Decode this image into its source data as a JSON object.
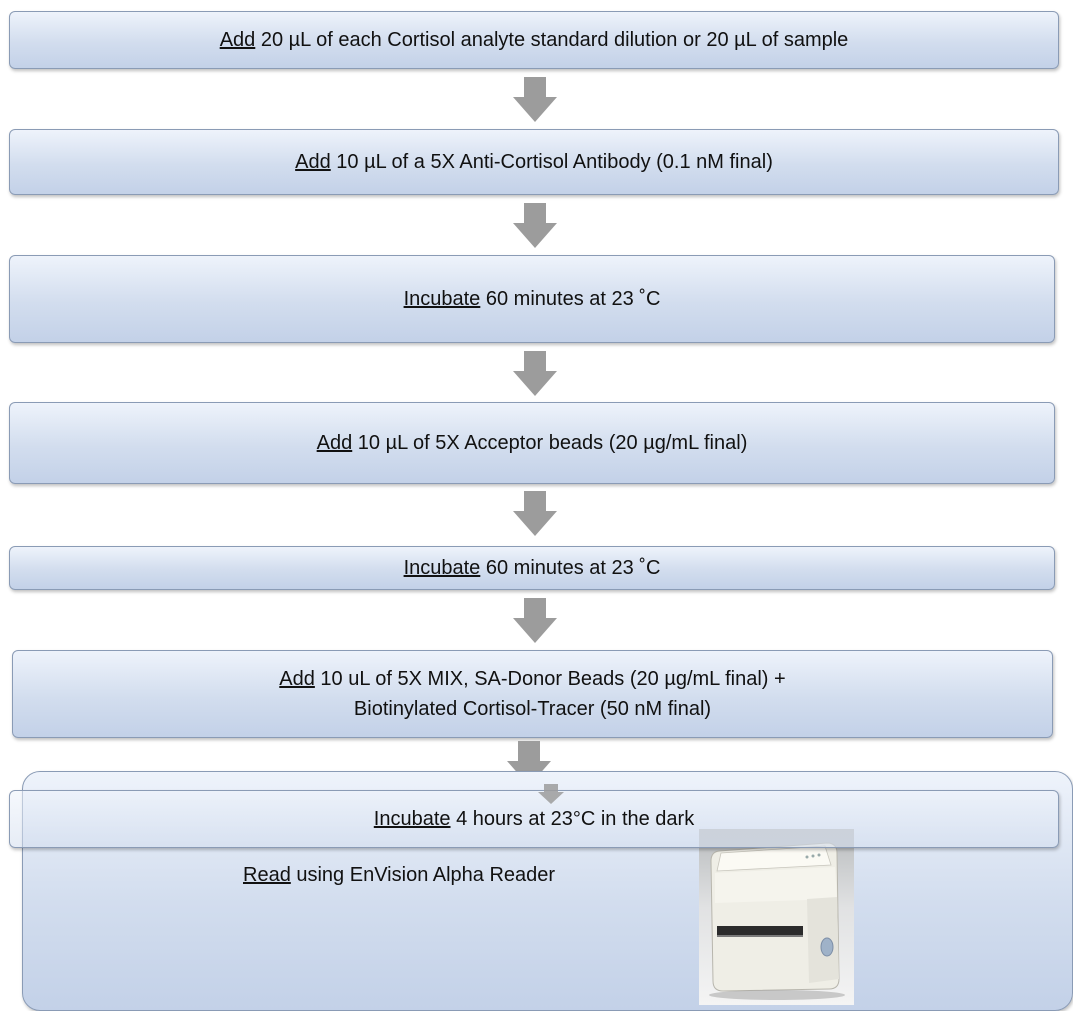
{
  "steps": [
    {
      "verb": "Add",
      "text": " 20 µL of each Cortisol analyte standard dilution or 20 µL of sample"
    },
    {
      "verb": "Add",
      "text": " 10 µL of a 5X Anti-Cortisol Antibody (0.1 nM final)"
    },
    {
      "verb": "Incubate",
      "text": " 60 minutes at 23 ˚C"
    },
    {
      "verb": "Add",
      "text": " 10 µL of 5X  Acceptor beads (20 µg/mL final)"
    },
    {
      "verb": "Incubate",
      "text": " 60 minutes at 23 ˚C"
    },
    {
      "verb": "Add",
      "text": " 10 uL of 5X MIX, SA-Donor Beads (20 µg/mL final) +",
      "line2": "Biotinylated Cortisol-Tracer (50 nM final)"
    },
    {
      "verb": "Incubate",
      "text": " 4 hours at 23°C in the dark"
    },
    {
      "verb": "Read",
      "text": " using EnVision Alpha Reader"
    }
  ],
  "colors": {
    "box_border": "#8a9bb5",
    "box_fill_top": "#eef3fb",
    "box_fill_bottom": "#c3d1e8",
    "arrow": "#9c9c9c"
  },
  "icons": {
    "arrow": "down-arrow-icon",
    "reader": "envision-reader-image"
  }
}
